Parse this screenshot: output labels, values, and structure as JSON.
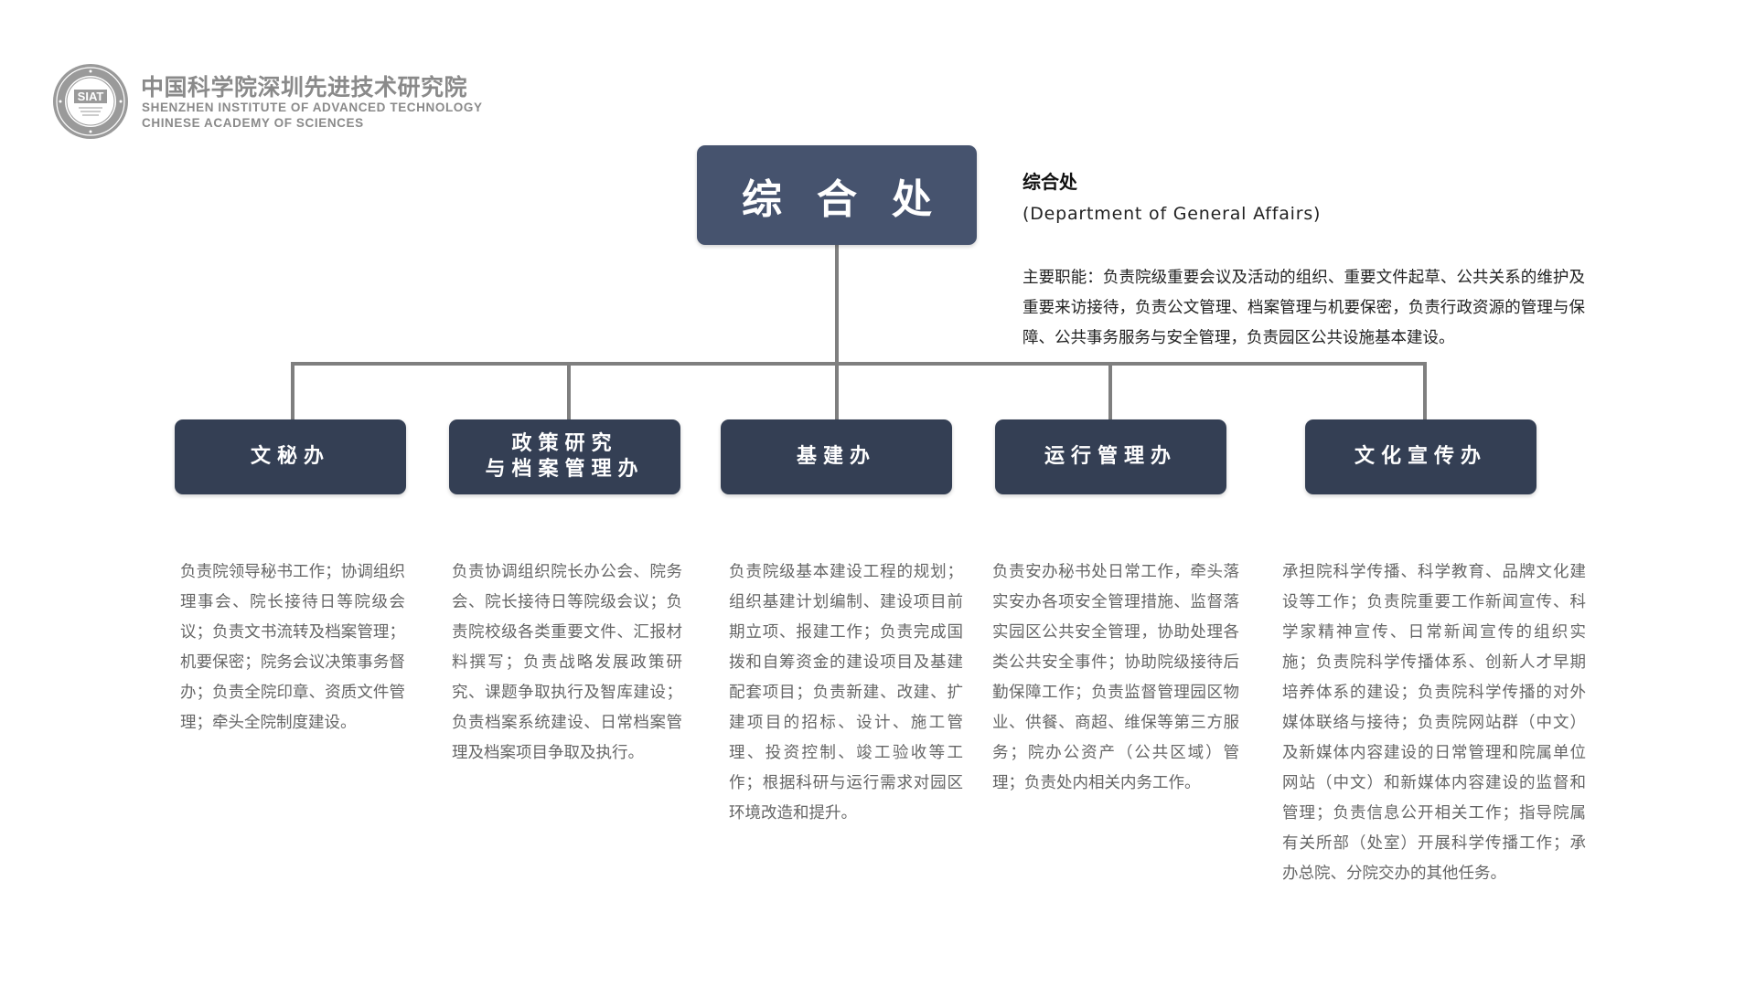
{
  "logo": {
    "seal_text": "SIAT",
    "name_cn": "中国科学院深圳先进技术研究院",
    "name_en_line1": "SHENZHEN INSTITUTE OF ADVANCED TECHNOLOGY",
    "name_en_line2": "CHINESE ACADEMY OF SCIENCES"
  },
  "colors": {
    "top_box": "#46536e",
    "child_box": "#343f54",
    "connector": "#7f7f7f",
    "logo_gray": "#8a8a8a"
  },
  "department": {
    "box_label": "综合处",
    "title": "综合处",
    "title_en": "(Department of General Affairs)",
    "duties": "主要职能：负责院级重要会议及活动的组织、重要文件起草、公共关系的维护及重要来访接待，负责公文管理、档案管理与机要保密，负责行政资源的管理与保障、公共事务服务与安全管理，负责园区公共设施基本建设。"
  },
  "offices": [
    {
      "label": "文秘办",
      "description": "负责院领导秘书工作；协调组织理事会、院长接待日等院级会议；负责文书流转及档案管理；机要保密；院务会议决策事务督办；负责全院印章、资质文件管理；牵头全院制度建设。"
    },
    {
      "label": "政策研究\n与档案管理办",
      "description": "负责协调组织院长办公会、院务会、院长接待日等院级会议；负责院校级各类重要文件、汇报材料撰写；负责战略发展政策研究、课题争取执行及智库建设；负责档案系统建设、日常档案管理及档案项目争取及执行。"
    },
    {
      "label": "基建办",
      "description": "负责院级基本建设工程的规划；组织基建计划编制、建设项目前期立项、报建工作；负责完成国拨和自筹资金的建设项目及基建配套项目；负责新建、改建、扩建项目的招标、设计、施工管理、投资控制、竣工验收等工作；根据科研与运行需求对园区环境改造和提升。"
    },
    {
      "label": "运行管理办",
      "description": "负责安办秘书处日常工作，牵头落实安办各项安全管理措施、监督落实园区公共安全管理，协助处理各类公共安全事件；协助院级接待后勤保障工作；负责监督管理园区物业、供餐、商超、维保等第三方服务；院办公资产（公共区域）管理；负责处内相关内务工作。"
    },
    {
      "label": "文化宣传办",
      "description": "承担院科学传播、科学教育、品牌文化建设等工作；负责院重要工作新闻宣传、科学家精神宣传、日常新闻宣传的组织实施；负责院科学传播体系、创新人才早期培养体系的建设；负责院科学传播的对外媒体联络与接待；负责院网站群（中文）及新媒体内容建设的日常管理和院属单位网站（中文）和新媒体内容建设的监督和管理；负责信息公开相关工作；指导院属有关所部（处室）开展科学传播工作；承办总院、分院交办的其他任务。"
    }
  ]
}
